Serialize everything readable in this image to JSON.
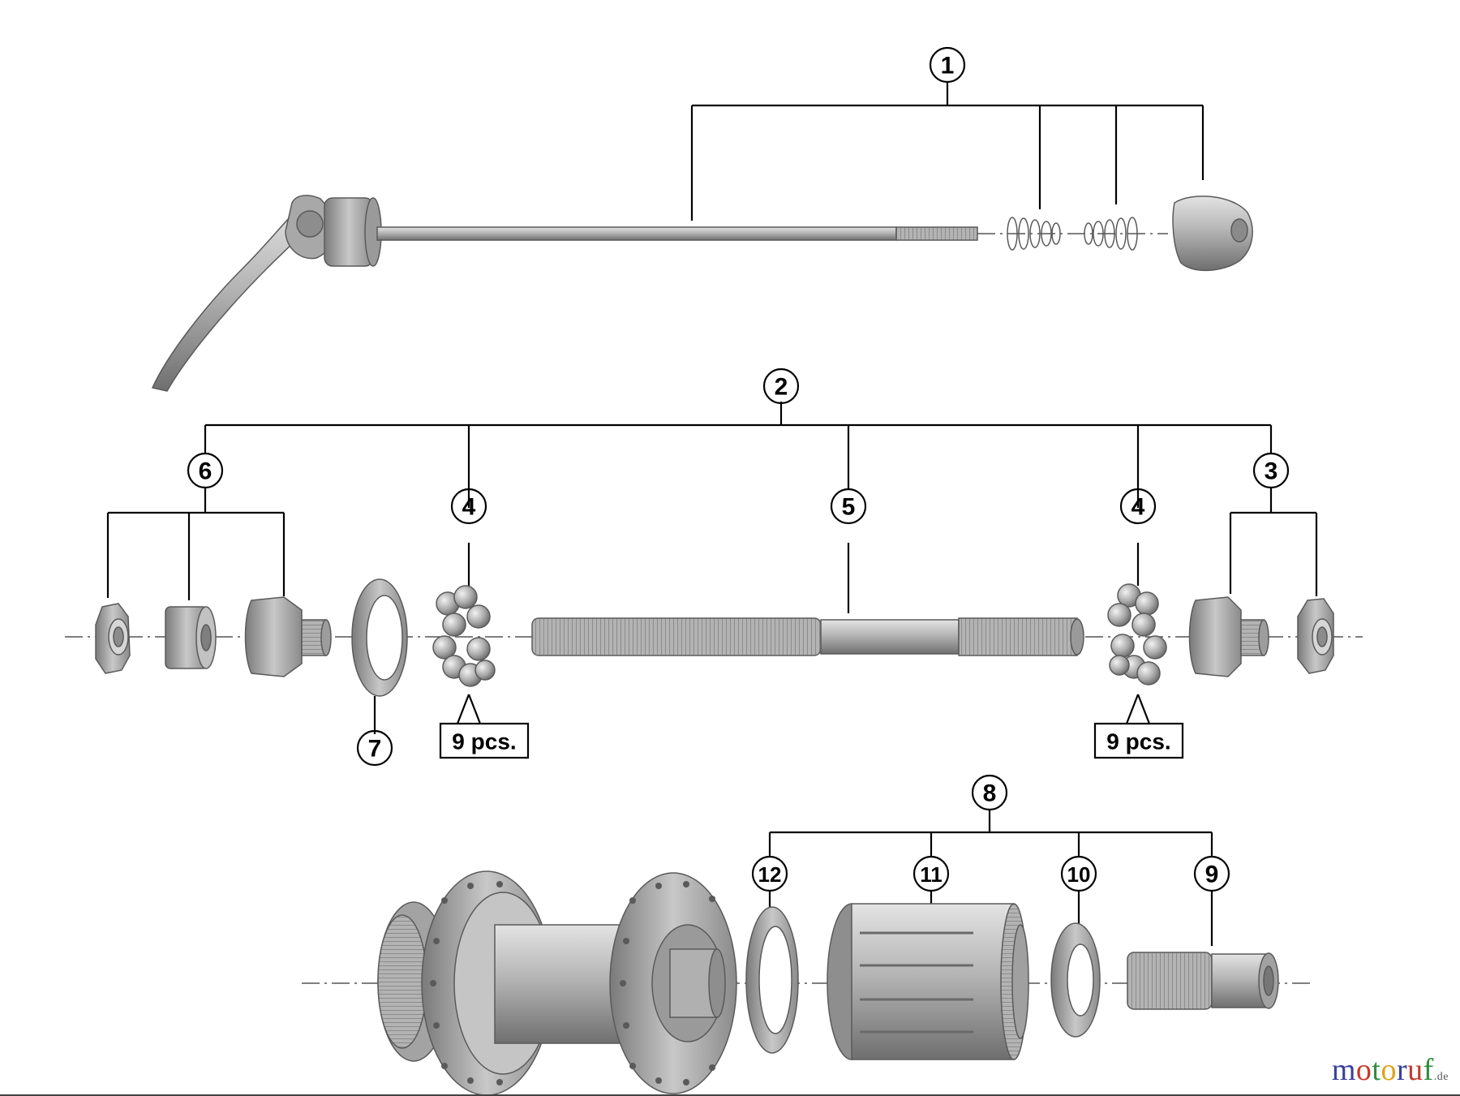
{
  "callouts": {
    "c1": "1",
    "c2": "2",
    "c3": "3",
    "c4a": "4",
    "c4b": "4",
    "c5": "5",
    "c6": "6",
    "c7": "7",
    "c8": "8",
    "c9": "9",
    "c10": "10",
    "c11": "11",
    "c12": "12"
  },
  "quantity_notes": {
    "left": "9 pcs.",
    "right": "9 pcs."
  },
  "watermark": {
    "letters": [
      "m",
      "o",
      "t",
      "o",
      "r",
      "u",
      "f"
    ],
    "colors": [
      "#3b3f9a",
      "#c63a2c",
      "#2f8c3e",
      "#e0a21b",
      "#3b3f9a",
      "#c63a2c",
      "#2f8c3e"
    ],
    "tld": ".de"
  },
  "colors": {
    "metal_light": "#c9c9c9",
    "metal_mid": "#9c9c9c",
    "metal_dark": "#6e6e6e",
    "line": "#000000"
  }
}
